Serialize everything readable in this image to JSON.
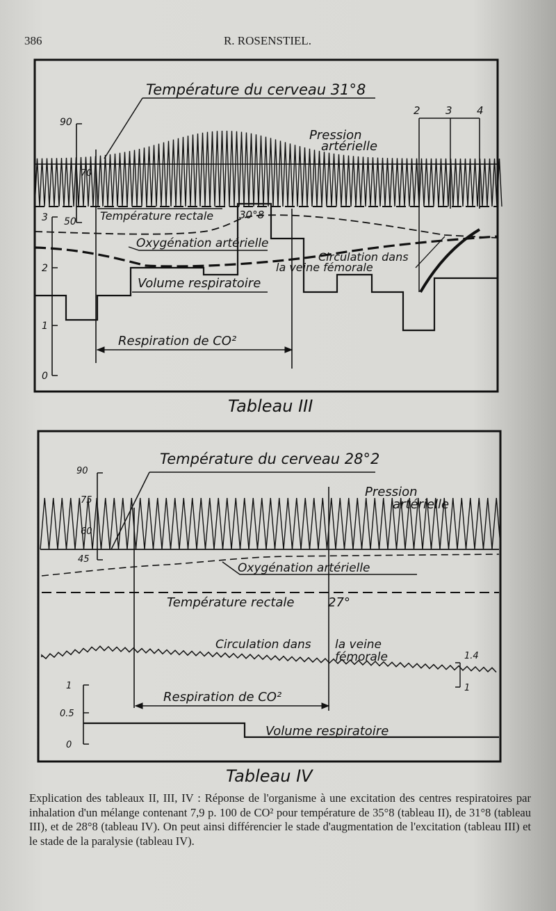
{
  "header": {
    "page_number": "386",
    "running_title": "R. ROSENSTIEL."
  },
  "tableau3": {
    "caption": "Tableau III",
    "brain_temp": "Température du cerveau 31°8",
    "pressure": [
      "Pression",
      "artérielle"
    ],
    "markers": [
      "2",
      "3",
      "4"
    ],
    "pressure_axis": [
      "90",
      "70",
      "50"
    ],
    "volume_axis": [
      "3",
      "2",
      "1",
      "0"
    ],
    "rectal_temp": "Température rectale",
    "rectal_value": "30°8",
    "oxygenation": "Oxygénation artérielle",
    "circulation": [
      "Circulation dans",
      "la veine fémorale"
    ],
    "volume": "Volume respiratoire",
    "respiration": "Respiration de CO²"
  },
  "tableau4": {
    "caption": "Tableau IV",
    "brain_temp": "Température du cerveau 28°2",
    "pressure": [
      "Pression",
      "artérielle"
    ],
    "pressure_axis": [
      "90",
      "75",
      "60",
      "45"
    ],
    "volume_axis": [
      "1",
      "0.5",
      "0"
    ],
    "oxygenation": "Oxygénation artérielle",
    "rectal_temp": "Température rectale",
    "rectal_value": "27°",
    "circulation": [
      "Circulation dans",
      "la veine",
      "fémorale"
    ],
    "circulation_range": [
      "1.4",
      "1"
    ],
    "respiration": "Respiration de CO²",
    "volume": "Volume respiratoire"
  },
  "caption_text": [
    "Explication des tableaux II, III, IV : Réponse de l'organisme à une excitation des centres respiratoires par inhalation d'un mélange contenant 7,9 p. 100 de CO² pour température de 35°8 (tableau II), de 31°8 (tableau III), et de 28°8 (tableau IV). On peut ainsi différencier le stade d'augmentation de l'excitation (tableau III) et le stade de la paralysie (tableau IV)."
  ]
}
